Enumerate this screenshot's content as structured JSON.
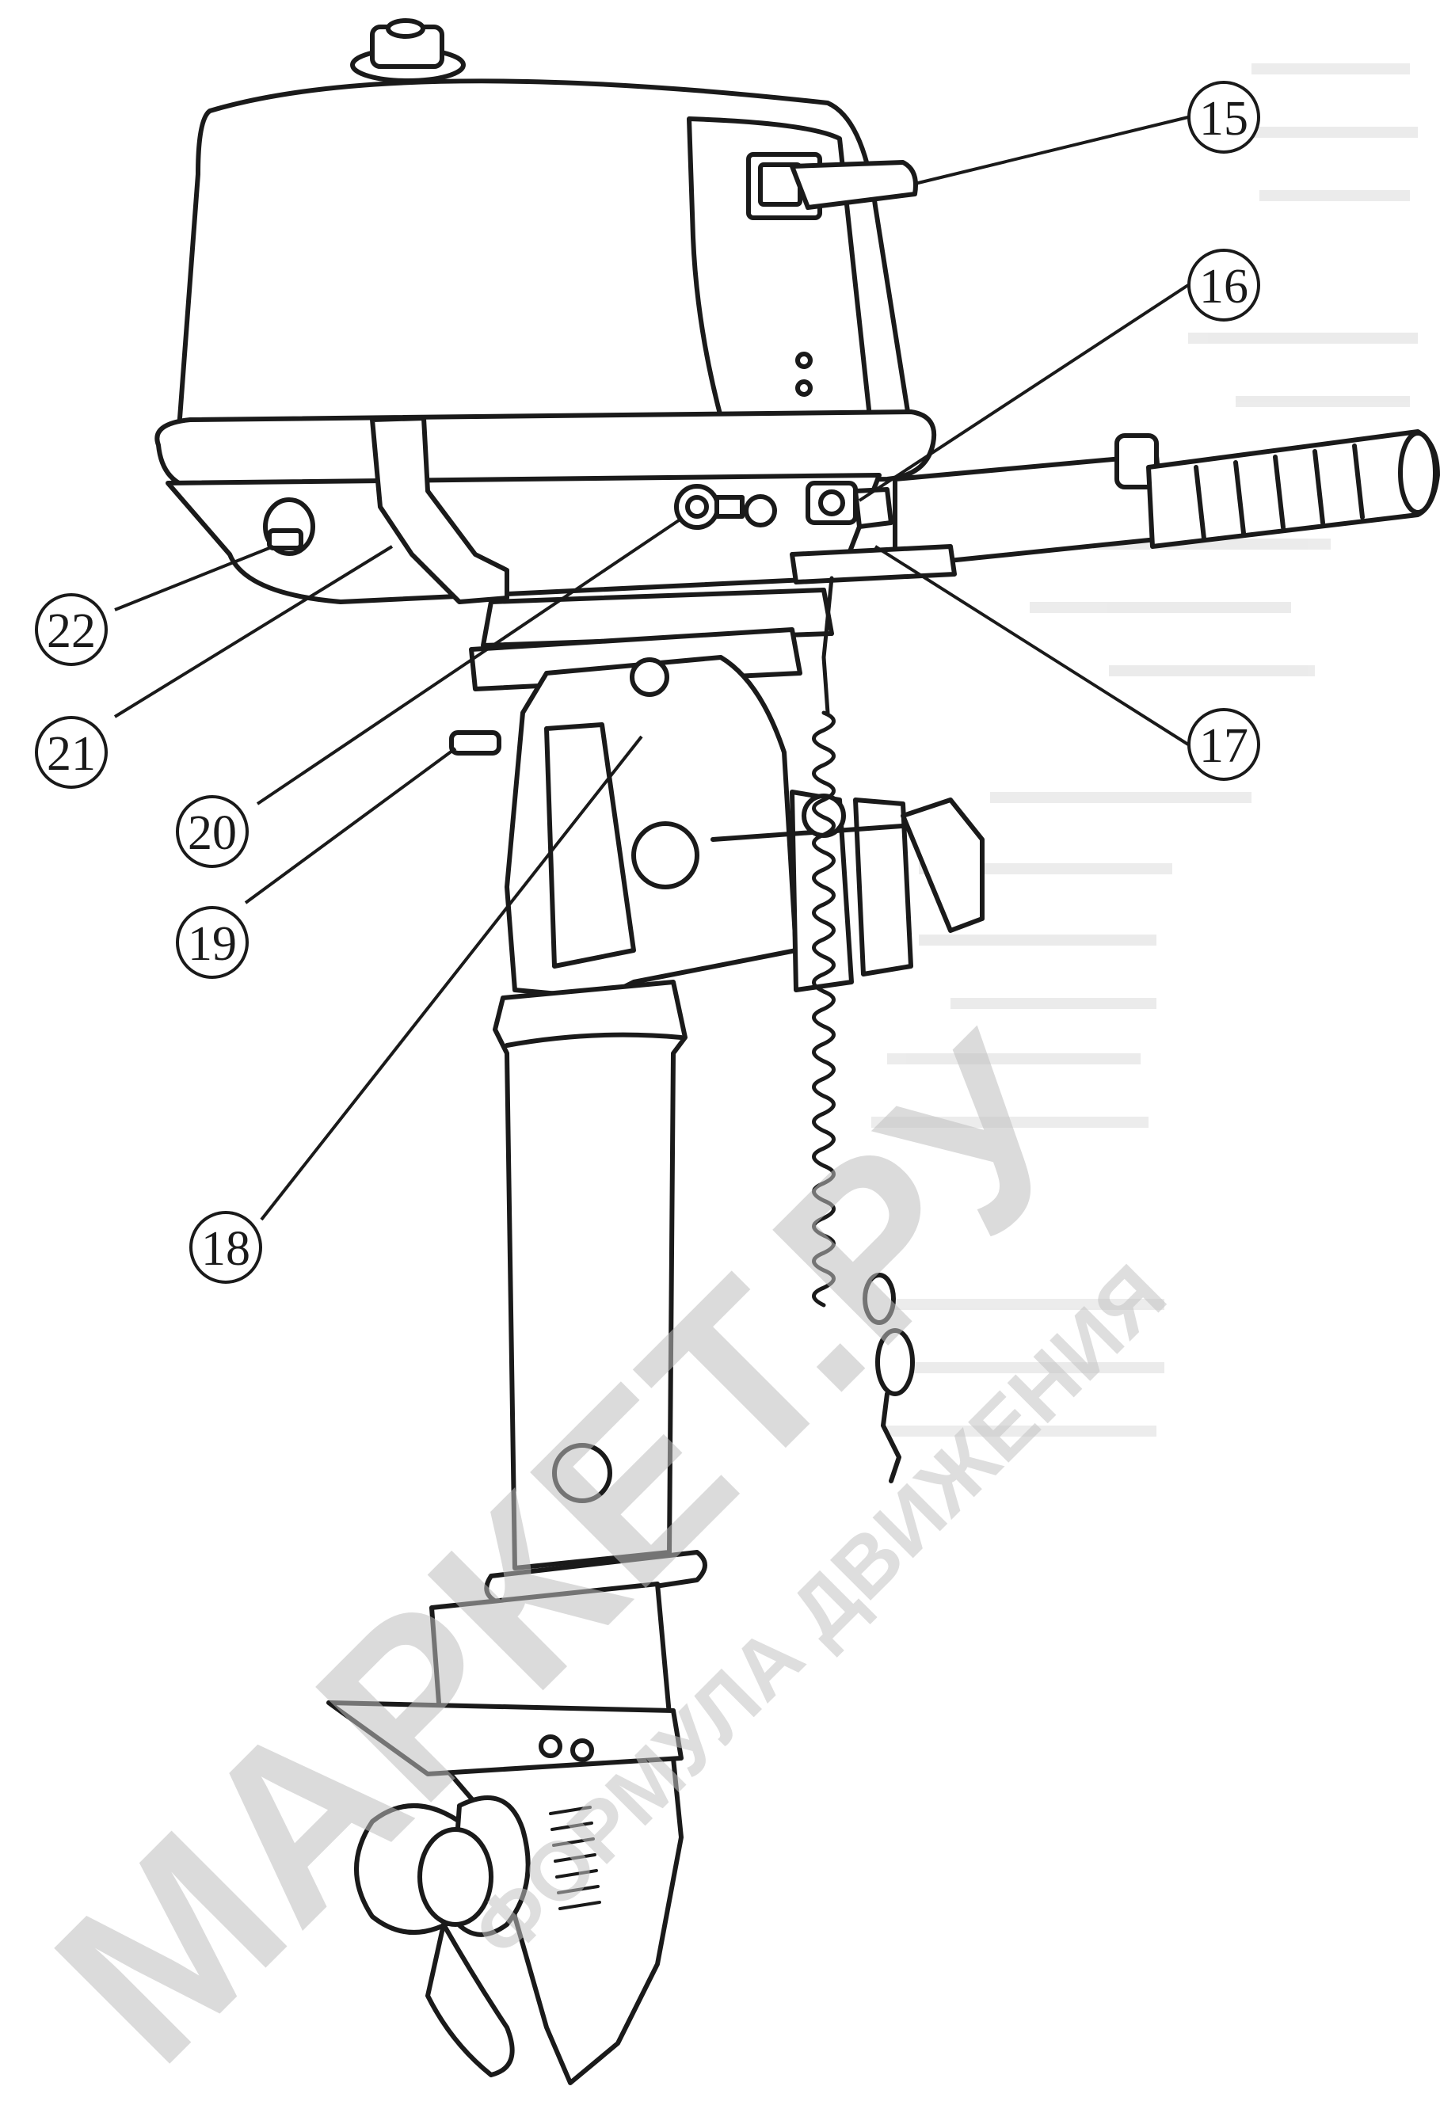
{
  "diagram": {
    "callouts": [
      {
        "id": "c15",
        "number": "15"
      },
      {
        "id": "c16",
        "number": "16"
      },
      {
        "id": "c17",
        "number": "17"
      },
      {
        "id": "c18",
        "number": "18"
      },
      {
        "id": "c19",
        "number": "19"
      },
      {
        "id": "c20",
        "number": "20"
      },
      {
        "id": "c21",
        "number": "21"
      },
      {
        "id": "c22",
        "number": "22"
      }
    ],
    "watermark": {
      "primary": "МАРКЕТ.РУ",
      "secondary": "ФОРМУЛА ДВИЖЕНИЯ",
      "color": "#cccccc"
    },
    "colors": {
      "ink": "#1a1a1a",
      "paper": "#ffffff",
      "ghost_text": "#b9b9b9"
    }
  }
}
